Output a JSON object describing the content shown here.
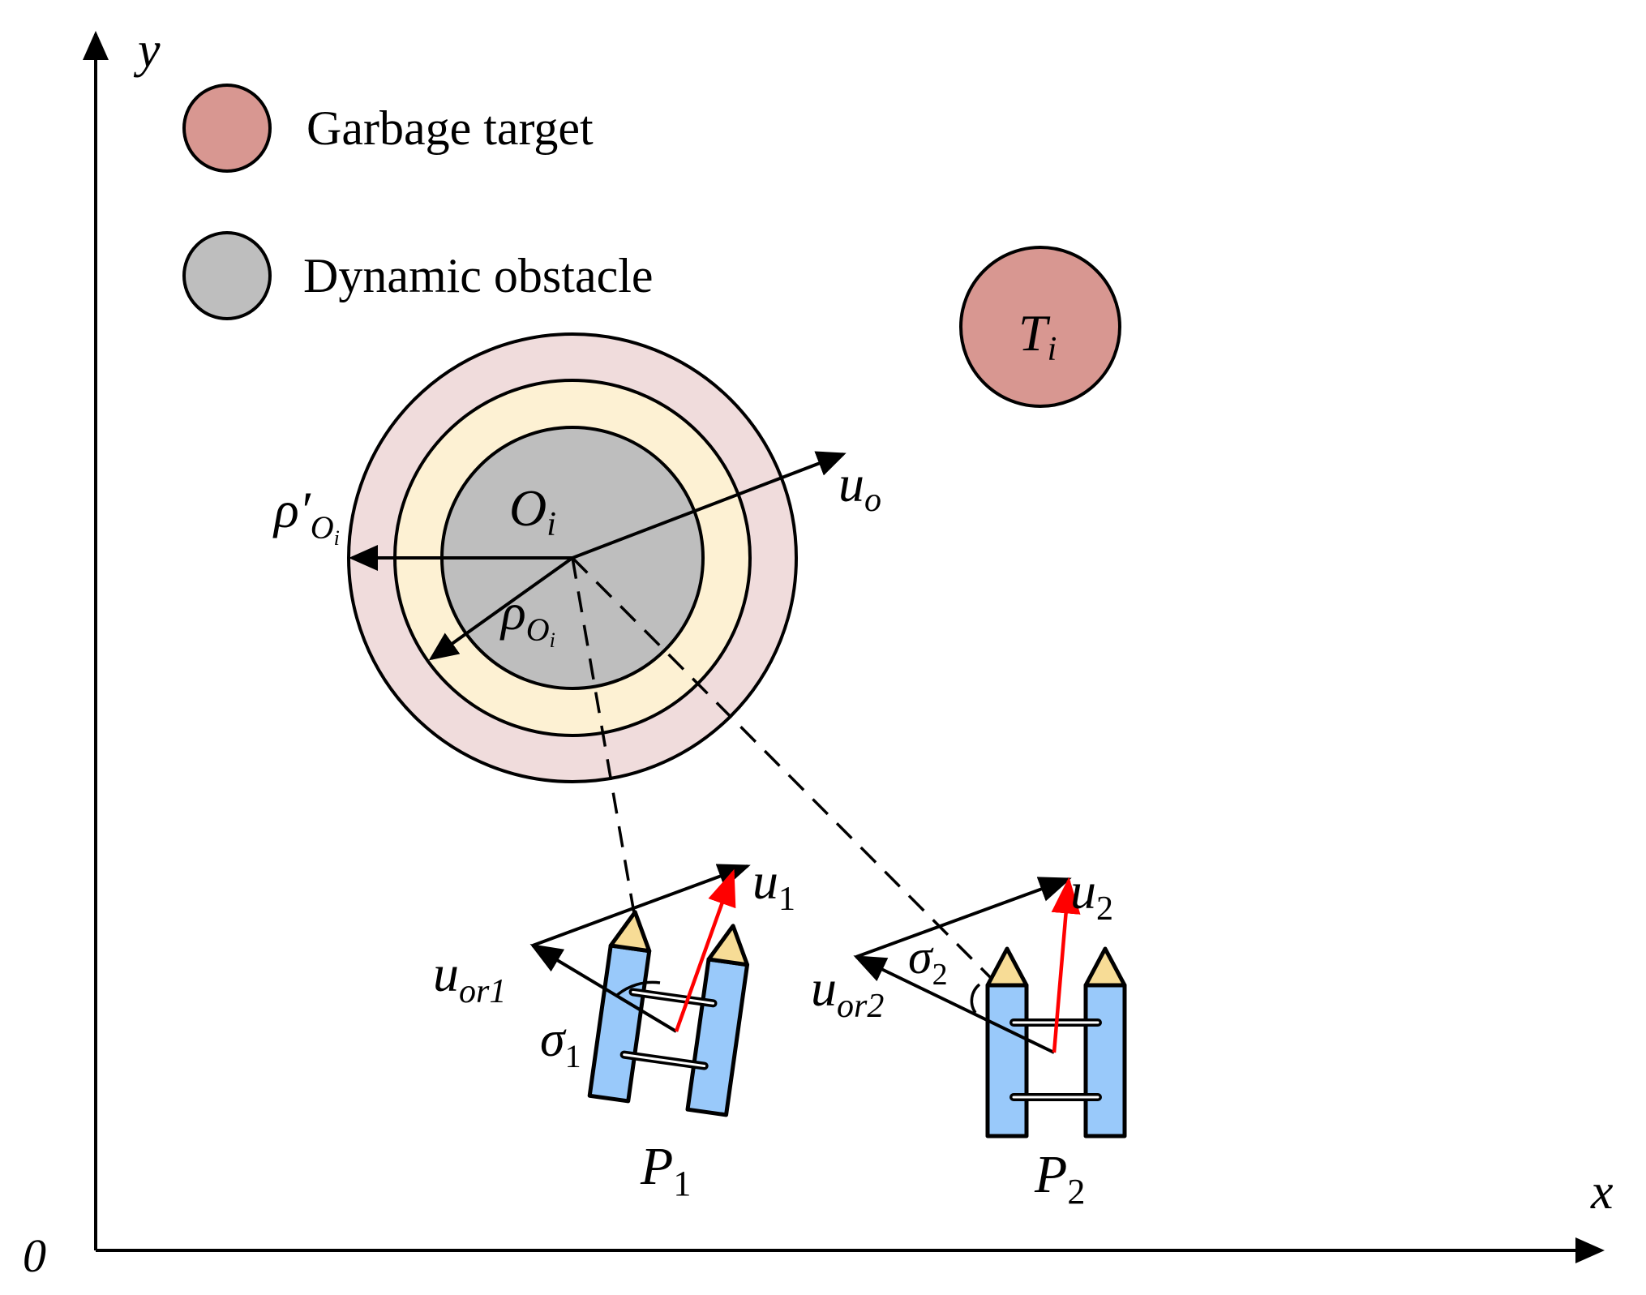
{
  "axes": {
    "origin_label": "0",
    "x_label": "x",
    "y_label": "y"
  },
  "legend": [
    {
      "label": "Garbage target",
      "color": "#d89791"
    },
    {
      "label": "Dynamic obstacle",
      "color": "#bebebe"
    }
  ],
  "target": {
    "symbol": "T",
    "subscript": "i",
    "color": "#d89791"
  },
  "obstacle": {
    "symbol": "O",
    "subscript": "i",
    "core_color": "#bebebe",
    "inner_zone_color": "#fdf1d3",
    "outer_zone_color": "#f0dcdc",
    "radius_inner": {
      "symbol": "ρ",
      "subscript": "O",
      "subsubscript": "i"
    },
    "radius_outer": {
      "symbol": "ρ′",
      "subscript": "O",
      "subsubscript": "i"
    },
    "velocity": {
      "symbol": "u",
      "subscript": "o"
    }
  },
  "vehicles": [
    {
      "label": "P",
      "label_sub": "1",
      "u": "u",
      "u_sub": "1",
      "u_or": "u",
      "u_or_sub": "or1",
      "sigma": "σ",
      "sigma_sub": "1"
    },
    {
      "label": "P",
      "label_sub": "2",
      "u": "u",
      "u_sub": "2",
      "u_or": "u",
      "u_or_sub": "or2",
      "sigma": "σ",
      "sigma_sub": "2"
    }
  ],
  "colors": {
    "hull": "#99c9fa",
    "tip": "#f7dc96",
    "resultant_arrow": "#ff0000",
    "stroke": "#000000"
  }
}
